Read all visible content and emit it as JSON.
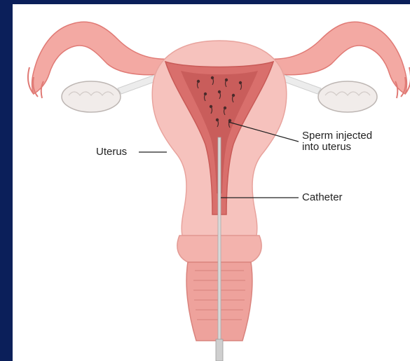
{
  "labels": {
    "uterus": "Uterus",
    "sperm_line1": "Sperm injected",
    "sperm_line2": "into uterus",
    "catheter": "Catheter"
  },
  "colors": {
    "background": "#0b1f5a",
    "tissue": "#f6c2bd",
    "tissue_dark": "#e8928c",
    "lining": "#d96f6c",
    "ovary": "#f1ecea",
    "catheter": "#d9d9d9",
    "leader": "#222222"
  }
}
